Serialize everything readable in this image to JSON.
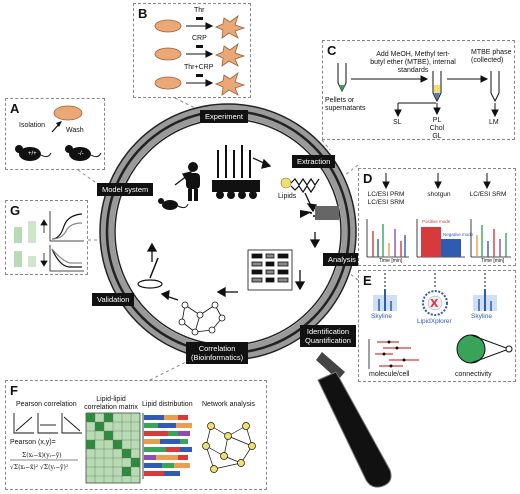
{
  "stages": {
    "experiment": "Experiment",
    "extraction": "Extraction",
    "analysis": "Analysis",
    "identification": "Identification",
    "quantification": "Quantification",
    "correlation": "Correlation",
    "bioinformatics": "(Bioinformatics)",
    "validation": "Validation",
    "model_system": "Model system"
  },
  "center": {
    "lipids": "Lipids"
  },
  "panel_a": {
    "letter": "A",
    "isolation": "Isolation",
    "wash": "Wash",
    "wt": "+/+",
    "ko": "-/-"
  },
  "panel_b": {
    "letter": "B",
    "thr": "Thr",
    "crp": "CRP",
    "thr_crp": "Thr+CRP"
  },
  "panel_c": {
    "letter": "C",
    "step": "Add MeOH, Methyl tert-butyl ether (MTBE), internal standards",
    "mtbe_phase": "MTBE phase (collected)",
    "source": "Pellets or supernatants",
    "sl": "SL",
    "pl": "PL",
    "chol": "Chol",
    "gl": "GL",
    "lm": "LM"
  },
  "panel_d": {
    "letter": "D",
    "col1_a": "LC/ESI PRM",
    "col1_b": "LC/ESI SRM",
    "col2": "shotgun",
    "col3": "LC/ESI SRM",
    "positive_mode": "Positive mode",
    "negative_mode": "Negative mode",
    "time_axis": "Time [min]"
  },
  "panel_e": {
    "letter": "E",
    "skyline_left": "Skyline",
    "lipidxplorer": "LipidXplorer",
    "skyline_right": "Skyline",
    "molecule_cell": "molecule/cell",
    "connectivity": "connectivity"
  },
  "panel_f": {
    "letter": "F",
    "pearson": "Pearson correlation",
    "matrix_title_1": "Lipid-lipid",
    "matrix_title_2": "correlation matrix",
    "distribution": "Lipid distribution",
    "network": "Network analysis",
    "formula_label": "Pearson (x,y)="
  },
  "panel_g": {
    "letter": "G"
  },
  "colors": {
    "green_dark": "#2e8b3e",
    "green_light": "#b7dcb4",
    "red": "#d63a3a",
    "blue": "#2f5bb3",
    "orange": "#e8a050",
    "purple": "#8a4fb0"
  }
}
